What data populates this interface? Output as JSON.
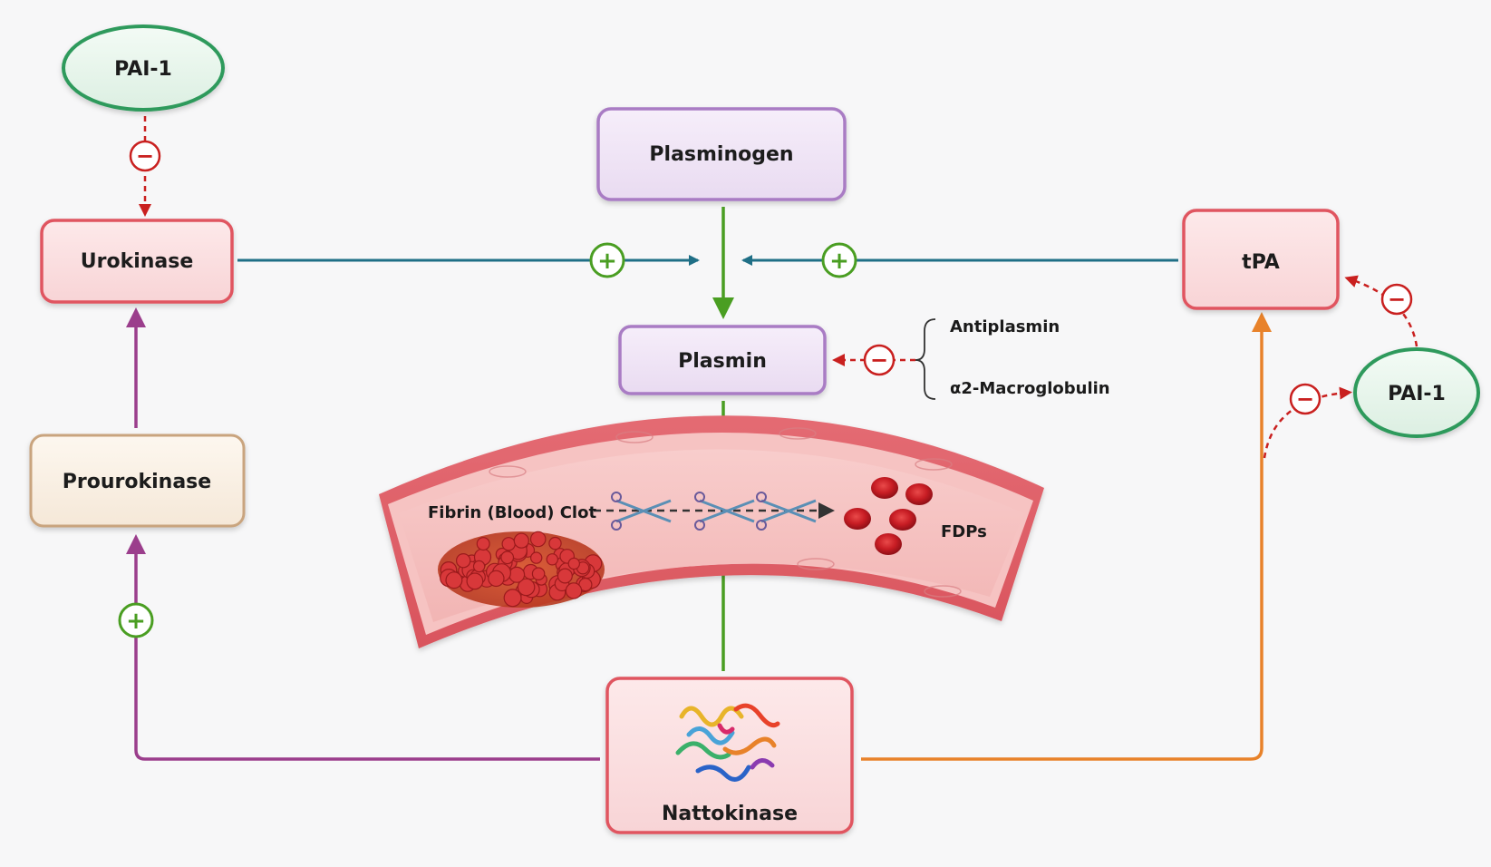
{
  "nodes": {
    "pai1_left": "PAI-1",
    "pai1_right": "PAI-1",
    "urokinase": "Urokinase",
    "prourokinase": "Prourokinase",
    "plasminogen": "Plasminogen",
    "plasmin": "Plasmin",
    "tpa": "tPA",
    "nattokinase": "Nattokinase"
  },
  "inhibitors": {
    "antiplasmin": "Antiplasmin",
    "macroglobulin": "α2-Macroglobulin"
  },
  "vessel": {
    "clot_label": "Fibrin (Blood) Clot",
    "fdps_label": "FDPs"
  },
  "signs": {
    "plus": "+",
    "minus": "−"
  },
  "colors": {
    "activation_teal": "#1f6f86",
    "green_arrow": "#4a9e22",
    "purple_arrow": "#9b3e8c",
    "orange_arrow": "#e8822a",
    "inhibit_red": "#c9201f",
    "pai_border": "#2f9a5c",
    "red_box_border": "#e05560",
    "purple_box_border": "#a97bc4",
    "tan_box_border": "#c9a47e"
  }
}
